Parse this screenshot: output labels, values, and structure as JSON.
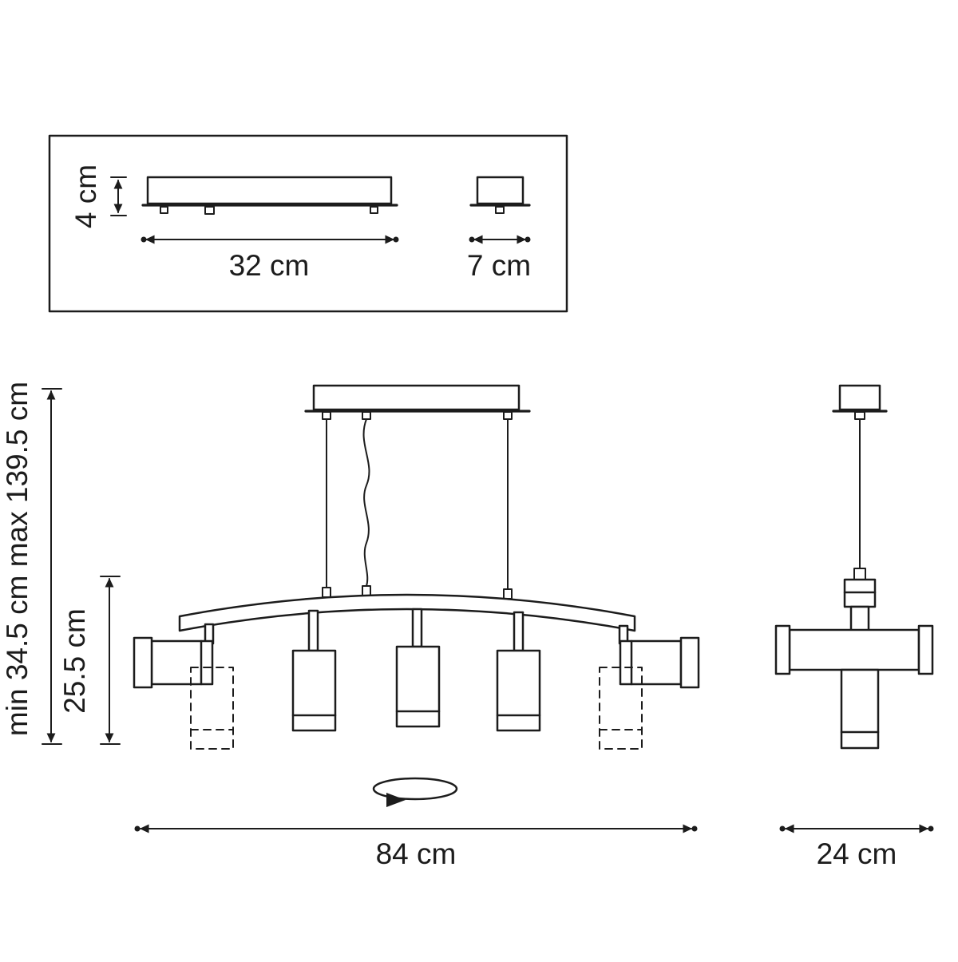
{
  "dimensions": {
    "canopy_height": "4 cm",
    "canopy_length": "32 cm",
    "canopy_width": "7 cm",
    "suspension_range": "min 34.5 cm max 139.5 cm",
    "fixture_height": "25.5 cm",
    "fixture_width": "84 cm",
    "fixture_depth": "24 cm"
  },
  "colors": {
    "line": "#1c1c1c",
    "background": "#ffffff"
  }
}
